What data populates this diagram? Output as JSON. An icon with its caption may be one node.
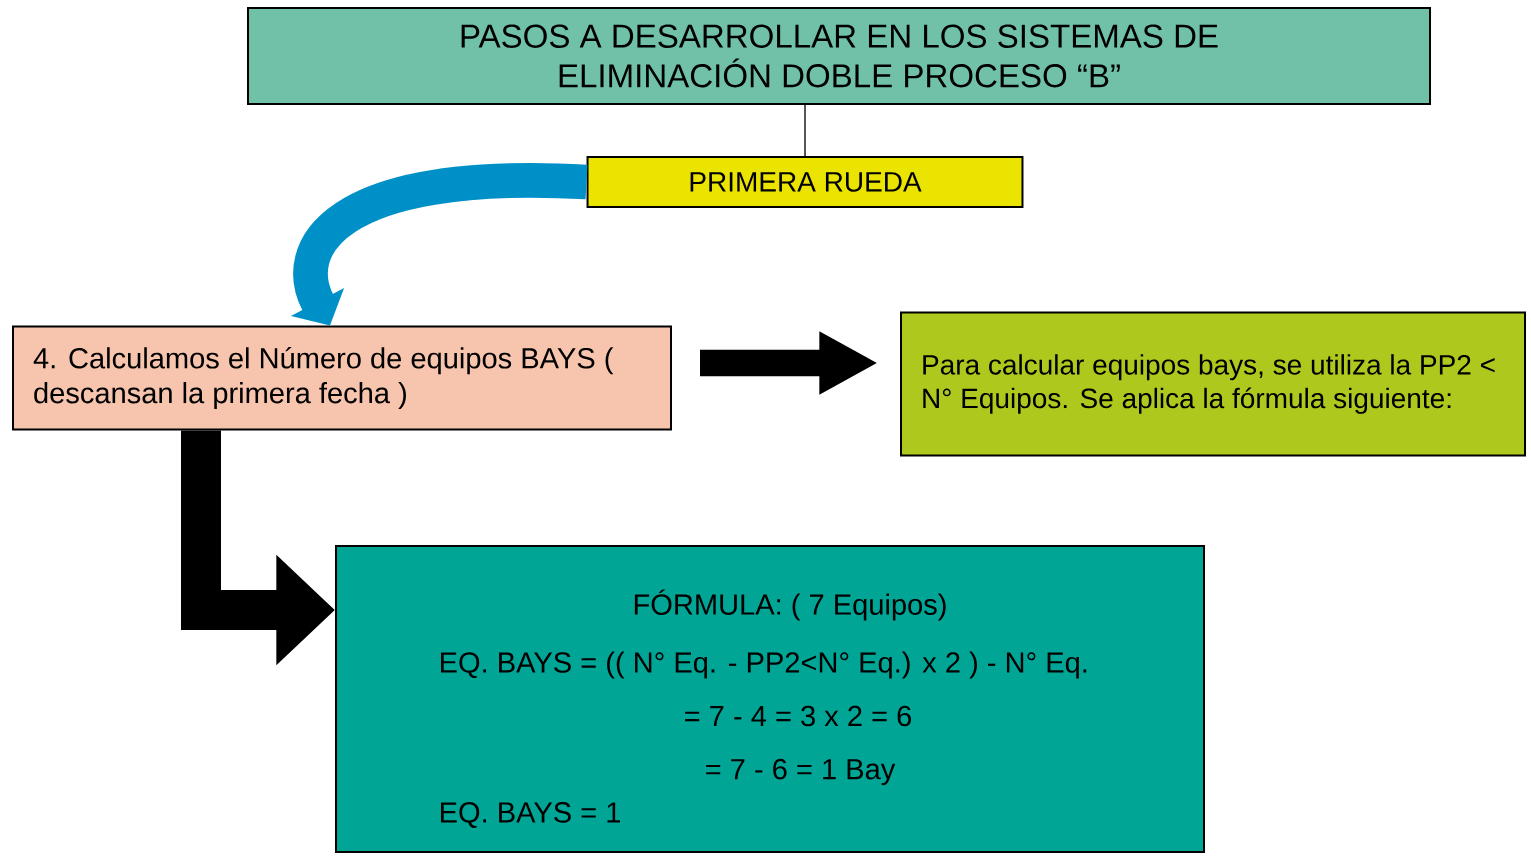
{
  "diagram": {
    "nodes": [
      {
        "text": [
          "PASOS A DESARROLLAR EN LOS SISTEMAS DE ELIMINACIÓN DOBLE PROCESO “B”"
        ]
      },
      {
        "text": [
          "PRIMERA RUEDA"
        ]
      },
      {
        "text": [
          "4. Calculamos el Número de equipos BAYS ( descansan la primera fecha )"
        ]
      },
      {
        "text": [
          "Para calcular equipos bays, se utiliza la PP2 < N° Equipos. Se aplica la fórmula siguiente:"
        ]
      },
      {
        "text": [
          "FÓRMULA: ( 7 Equipos)",
          "EQ. BAYS = (( N° Eq. - PP2<N° Eq.) x 2 ) - N° Eq.",
          "= 7 - 4 = 3 x 2 = 6",
          "= 7 - 6 = 1 Bay",
          "EQ. BAYS = 1"
        ]
      }
    ],
    "edges": [
      {
        "from": 0,
        "to": 1,
        "arrow": "none"
      },
      {
        "from": 1,
        "to": 2,
        "arrow": "to",
        "color": "#0090c8"
      },
      {
        "from": 2,
        "to": 3,
        "arrow": "to"
      },
      {
        "from": 2,
        "to": 4,
        "arrow": "to"
      }
    ]
  }
}
